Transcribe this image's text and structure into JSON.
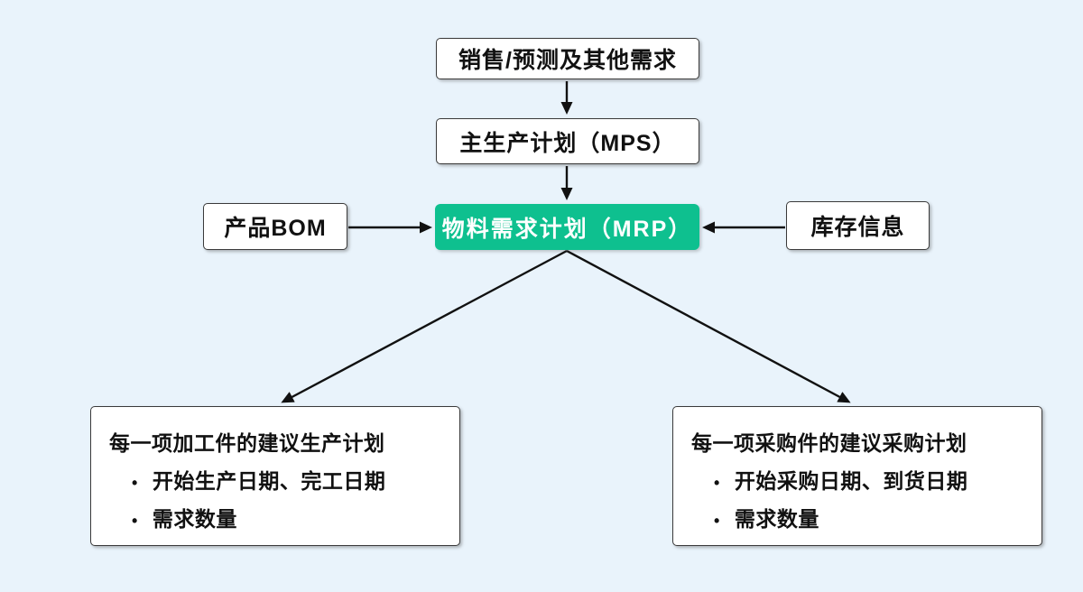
{
  "diagram": {
    "background_color": "#e9f3fb",
    "accent_color": "#0ec08f",
    "arrow_color": "#111111",
    "bullet_glyph": "•",
    "nodes": {
      "sales": {
        "label": "销售/预测及其他需求"
      },
      "mps": {
        "label": "主生产计划（MPS）"
      },
      "mrp": {
        "label": "物料需求计划（MRP）"
      },
      "bom": {
        "label": "产品BOM"
      },
      "inventory": {
        "label": "库存信息"
      },
      "production_plan": {
        "title": "每一项加工件的建议生产计划",
        "bullets": [
          "开始生产日期、完工日期",
          "需求数量"
        ]
      },
      "purchase_plan": {
        "title": "每一项采购件的建议采购计划",
        "bullets": [
          "开始采购日期、到货日期",
          "需求数量"
        ]
      }
    }
  }
}
